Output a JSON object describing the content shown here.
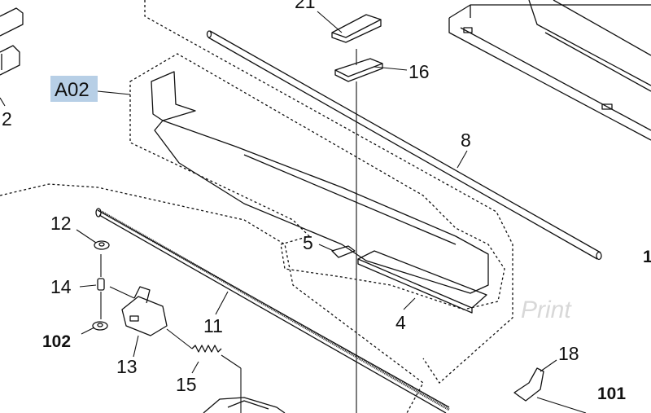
{
  "diagram": {
    "highlight_label": "A02",
    "highlight_color": "#b7cfe6",
    "watermark": "Print",
    "callouts": {
      "c21": "21",
      "c16": "16",
      "c8": "8",
      "c5": "5",
      "c4": "4",
      "c12": "12",
      "c14": "14",
      "c102": "102",
      "c13": "13",
      "c11": "11",
      "c15": "15",
      "c18": "18",
      "c101": "101",
      "c2": "2",
      "c1": "1"
    }
  }
}
